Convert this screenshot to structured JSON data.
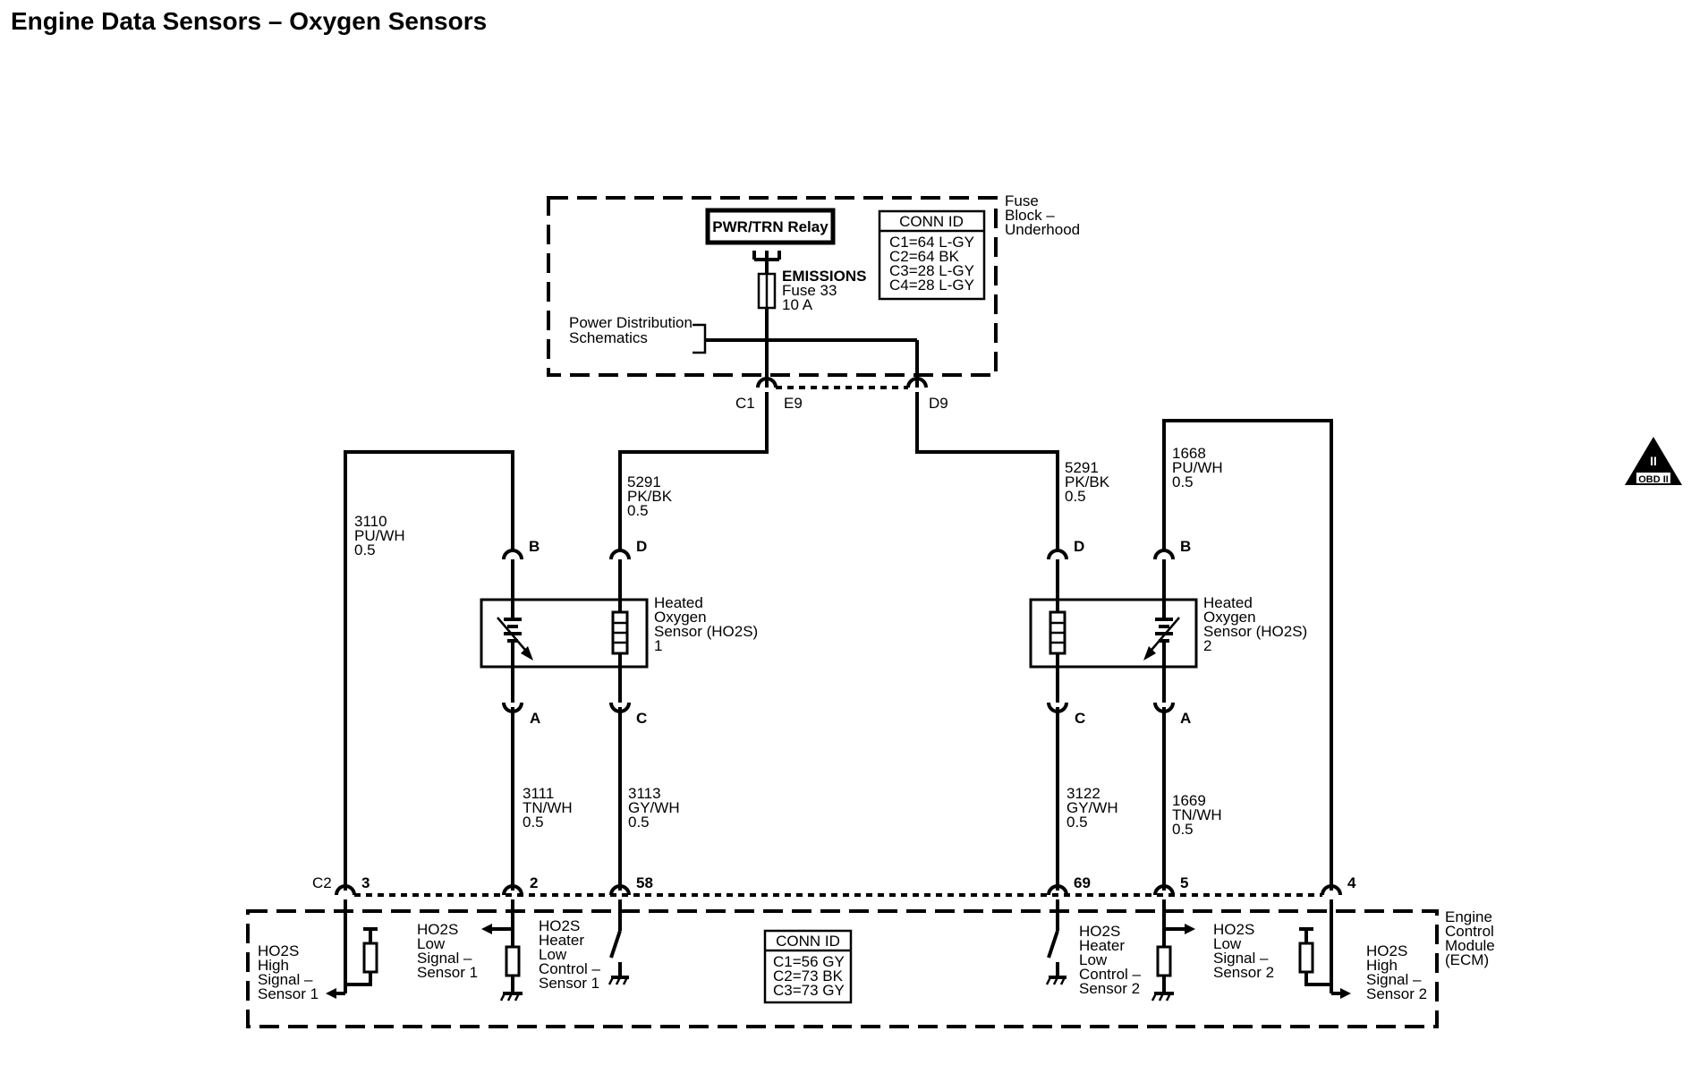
{
  "title": "Engine Data Sensors – Oxygen Sensors",
  "fuse_block": {
    "label_lines": [
      "Fuse",
      "Block –",
      "Underhood"
    ],
    "relay": "PWR/TRN Relay",
    "fuse_lines": [
      "EMISSIONS",
      "Fuse 33",
      "10 A"
    ],
    "power_dist_lines": [
      "Power Distribution",
      "Schematics"
    ],
    "conn_id": {
      "heading": "CONN ID",
      "rows": [
        "C1=64 L-GY",
        "C2=64 BK",
        "C3=28 L-GY",
        "C4=28 L-GY"
      ]
    },
    "connectors": {
      "c1": "C1",
      "e9": "E9",
      "d9": "D9"
    }
  },
  "wires": {
    "w3110": [
      "3110",
      "PU/WH",
      "0.5"
    ],
    "w5291_left": [
      "5291",
      "PK/BK",
      "0.5"
    ],
    "w5291_right": [
      "5291",
      "PK/BK",
      "0.5"
    ],
    "w1668": [
      "1668",
      "PU/WH",
      "0.5"
    ],
    "w3111": [
      "3111",
      "TN/WH",
      "0.5"
    ],
    "w3113": [
      "3113",
      "GY/WH",
      "0.5"
    ],
    "w3122": [
      "3122",
      "GY/WH",
      "0.5"
    ],
    "w1669": [
      "1669",
      "TN/WH",
      "0.5"
    ]
  },
  "sensor1": {
    "label_lines": [
      "Heated",
      "Oxygen",
      "Sensor (HO2S)",
      "1"
    ],
    "pins": {
      "b": "B",
      "d": "D",
      "a": "A",
      "c": "C"
    }
  },
  "sensor2": {
    "label_lines": [
      "Heated",
      "Oxygen",
      "Sensor (HO2S)",
      "2"
    ],
    "pins": {
      "d": "D",
      "b": "B",
      "c": "C",
      "a": "A"
    }
  },
  "ecm": {
    "label_lines": [
      "Engine",
      "Control",
      "Module",
      "(ECM)"
    ],
    "connector": "C2",
    "pins": [
      "3",
      "2",
      "58",
      "69",
      "5",
      "4"
    ],
    "conn_id": {
      "heading": "CONN ID",
      "rows": [
        "C1=56 GY",
        "C2=73 BK",
        "C3=73 GY"
      ]
    },
    "signals": {
      "high1": [
        "HO2S",
        "High",
        "Signal –",
        "Sensor 1"
      ],
      "low1": [
        "HO2S",
        "Low",
        "Signal –",
        "Sensor 1"
      ],
      "heater1": [
        "HO2S",
        "Heater",
        "Low",
        "Control –",
        "Sensor 1"
      ],
      "heater2": [
        "HO2S",
        "Heater",
        "Low",
        "Control –",
        "Sensor 2"
      ],
      "low2": [
        "HO2S",
        "Low",
        "Signal –",
        "Sensor 2"
      ],
      "high2": [
        "HO2S",
        "High",
        "Signal –",
        "Sensor 2"
      ]
    }
  },
  "obd_badge": {
    "numeral": "II",
    "text": "OBD II"
  }
}
